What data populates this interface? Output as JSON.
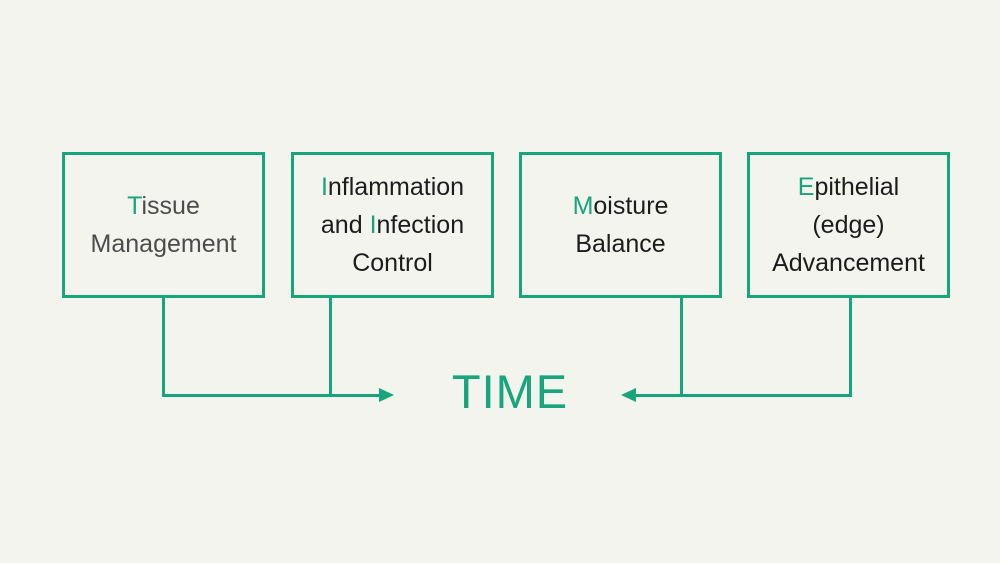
{
  "colors": {
    "accent": "#16a57c",
    "background": "#f4f4ee",
    "box_text": "#1c1c1c",
    "box1_text": "#4c4c4c"
  },
  "time_label": "TIME",
  "boxes": [
    {
      "name": "Tissue Management",
      "lines": [
        {
          "segments": [
            {
              "text": "T",
              "accent": true
            },
            {
              "text": "issue",
              "accent": false
            }
          ]
        },
        {
          "segments": [
            {
              "text": "Management",
              "accent": false
            }
          ]
        }
      ]
    },
    {
      "name": "Inflammation and Infection Control",
      "lines": [
        {
          "segments": [
            {
              "text": "I",
              "accent": true
            },
            {
              "text": "nflammation",
              "accent": false
            }
          ]
        },
        {
          "segments": [
            {
              "text": "and ",
              "accent": false
            },
            {
              "text": "I",
              "accent": true
            },
            {
              "text": "nfection",
              "accent": false
            }
          ]
        },
        {
          "segments": [
            {
              "text": "Control",
              "accent": false
            }
          ]
        }
      ]
    },
    {
      "name": "Moisture Balance",
      "lines": [
        {
          "segments": [
            {
              "text": "M",
              "accent": true
            },
            {
              "text": "oisture",
              "accent": false
            }
          ]
        },
        {
          "segments": [
            {
              "text": "Balance",
              "accent": false
            }
          ]
        }
      ]
    },
    {
      "name": "Epithelial (edge) Advancement",
      "lines": [
        {
          "segments": [
            {
              "text": "E",
              "accent": true
            },
            {
              "text": "pithelial",
              "accent": false
            }
          ]
        },
        {
          "segments": [
            {
              "text": "(edge)",
              "accent": false
            }
          ]
        },
        {
          "segments": [
            {
              "text": "Advancement",
              "accent": false
            }
          ]
        }
      ]
    }
  ],
  "arrows": [
    {
      "group": "left",
      "from": [
        "Tissue Management",
        "Inflammation and Infection Control"
      ],
      "direction": "right",
      "points_to": "TIME"
    },
    {
      "group": "right",
      "from": [
        "Moisture Balance",
        "Epithelial (edge) Advancement"
      ],
      "direction": "left",
      "points_to": "TIME"
    }
  ]
}
